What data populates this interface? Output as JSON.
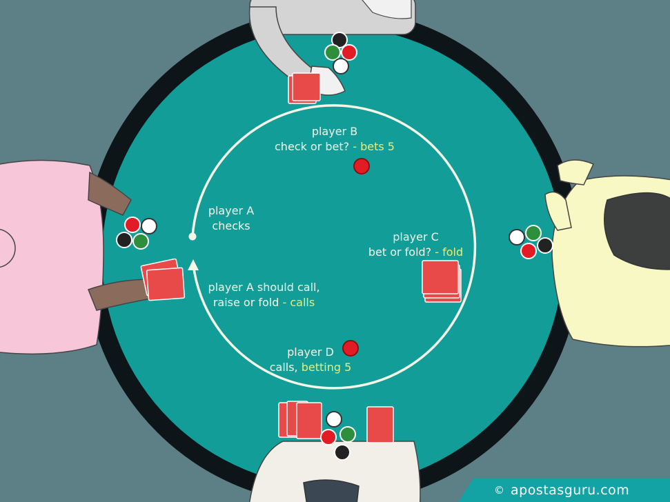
{
  "players": {
    "b": {
      "name": "player B",
      "action_prompt": "check or bet?",
      "separator": " - ",
      "action": "bets 5"
    },
    "a": {
      "name": "player A",
      "action": "checks"
    },
    "c": {
      "name": "player C",
      "action_prompt": "bet or fold?",
      "separator": " - ",
      "action": "fold"
    },
    "a_second": {
      "line1": "player A should call,",
      "line2_prompt": "raise or fold",
      "separator": " - ",
      "action": "calls"
    },
    "d": {
      "name": "player D",
      "action_prefix": "calls, ",
      "action": "betting 5"
    }
  },
  "watermark": {
    "symbol": "©",
    "text": "apostasguru.com"
  },
  "colors": {
    "felt": "#139d99",
    "rail": "#0d1518",
    "background": "#5d7f86",
    "label_white": "#f4f7e6",
    "label_yellow": "#e6ef7a",
    "chip_red": "#e21c24",
    "card_red": "#e84a4a",
    "watermark_band": "#13a3a4"
  },
  "icons": [
    "poker-chip-icon",
    "playing-card-icon",
    "arrow-head-icon",
    "copyright-icon"
  ]
}
